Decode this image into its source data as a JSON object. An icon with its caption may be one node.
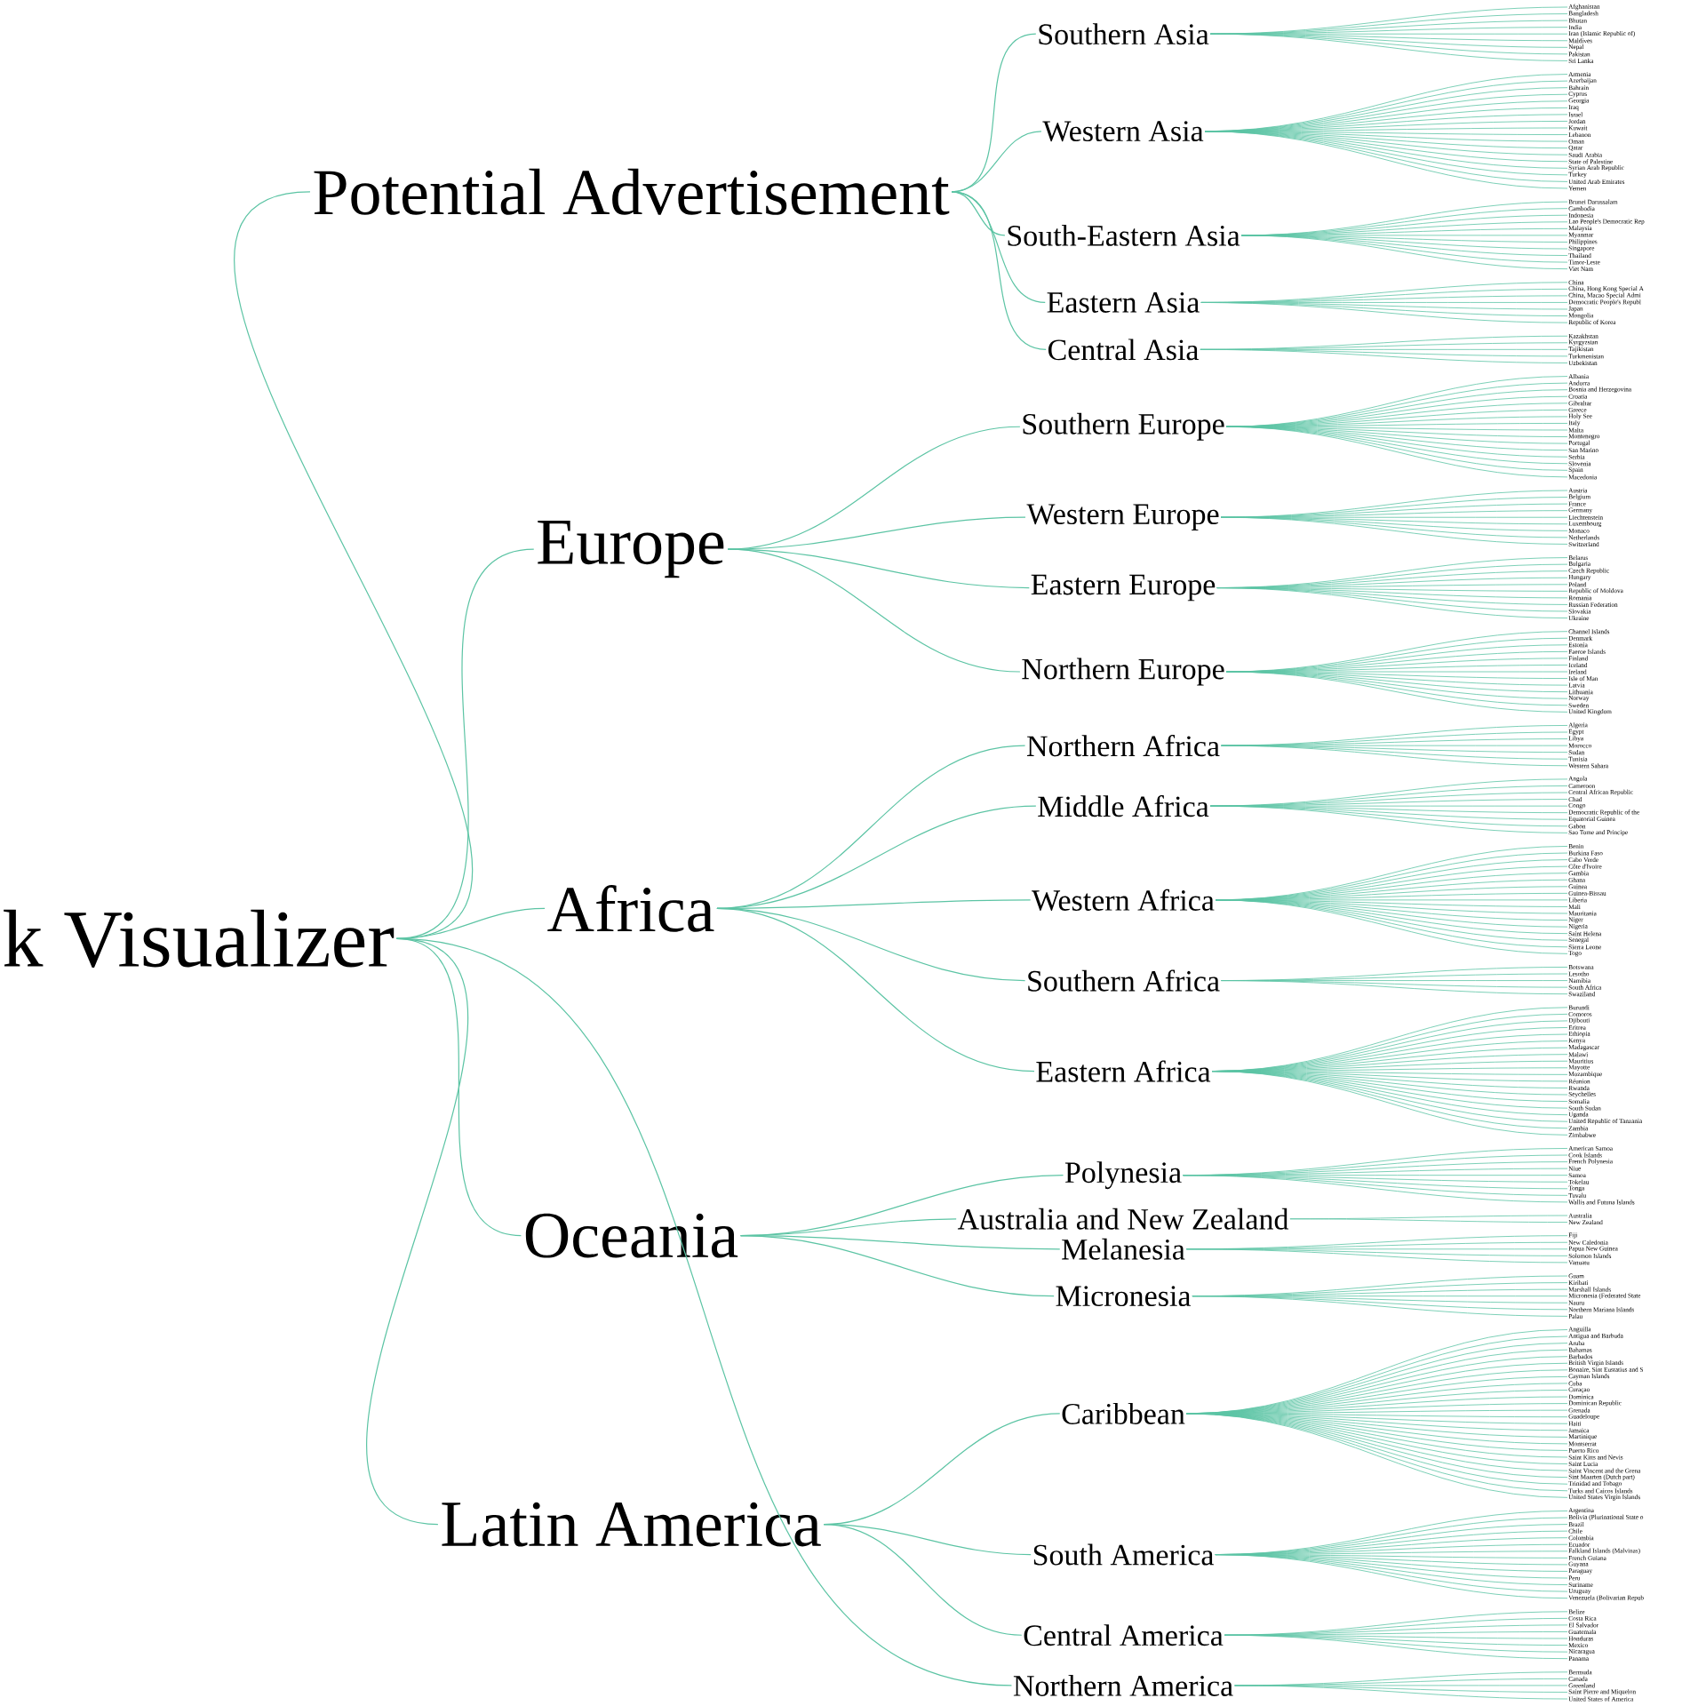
{
  "diagram": {
    "nodes": [
      {
        "text": [
          "k Visualizer"
        ]
      },
      {
        "text": [
          "Potential Advertisement"
        ]
      },
      {
        "text": [
          "Southern Asia"
        ]
      },
      {
        "text": [
          "Afghanistan"
        ]
      },
      {
        "text": [
          "Bangladesh"
        ]
      },
      {
        "text": [
          "Bhutan"
        ]
      },
      {
        "text": [
          "India"
        ]
      },
      {
        "text": [
          "Iran (Islamic Republic of)"
        ]
      },
      {
        "text": [
          "Maldives"
        ]
      },
      {
        "text": [
          "Nepal"
        ]
      },
      {
        "text": [
          "Pakistan"
        ]
      },
      {
        "text": [
          "Sri Lanka"
        ]
      },
      {
        "text": [
          "Western Asia"
        ]
      },
      {
        "text": [
          "Armenia"
        ]
      },
      {
        "text": [
          "Azerbaijan"
        ]
      },
      {
        "text": [
          "Bahrain"
        ]
      },
      {
        "text": [
          "Cyprus"
        ]
      },
      {
        "text": [
          "Georgia"
        ]
      },
      {
        "text": [
          "Iraq"
        ]
      },
      {
        "text": [
          "Israel"
        ]
      },
      {
        "text": [
          "Jordan"
        ]
      },
      {
        "text": [
          "Kuwait"
        ]
      },
      {
        "text": [
          "Lebanon"
        ]
      },
      {
        "text": [
          "Oman"
        ]
      },
      {
        "text": [
          "Qatar"
        ]
      },
      {
        "text": [
          "Saudi Arabia"
        ]
      },
      {
        "text": [
          "State of Palestine"
        ]
      },
      {
        "text": [
          "Syrian Arab Republic"
        ]
      },
      {
        "text": [
          "Turkey"
        ]
      },
      {
        "text": [
          "United Arab Emirates"
        ]
      },
      {
        "text": [
          "Yemen"
        ]
      },
      {
        "text": [
          "South-Eastern Asia"
        ]
      },
      {
        "text": [
          "Brunei Darussalam"
        ]
      },
      {
        "text": [
          "Cambodia"
        ]
      },
      {
        "text": [
          "Indonesia"
        ]
      },
      {
        "text": [
          "Lao People's Democratic Rep"
        ]
      },
      {
        "text": [
          "Malaysia"
        ]
      },
      {
        "text": [
          "Myanmar"
        ]
      },
      {
        "text": [
          "Philippines"
        ]
      },
      {
        "text": [
          "Singapore"
        ]
      },
      {
        "text": [
          "Thailand"
        ]
      },
      {
        "text": [
          "Timor-Leste"
        ]
      },
      {
        "text": [
          "Viet Nam"
        ]
      },
      {
        "text": [
          "Eastern Asia"
        ]
      },
      {
        "text": [
          "China"
        ]
      },
      {
        "text": [
          "China, Hong Kong Special A"
        ]
      },
      {
        "text": [
          "China, Macao Special Admi"
        ]
      },
      {
        "text": [
          "Democratic People's Republ"
        ]
      },
      {
        "text": [
          "Japan"
        ]
      },
      {
        "text": [
          "Mongolia"
        ]
      },
      {
        "text": [
          "Republic of Korea"
        ]
      },
      {
        "text": [
          "Central Asia"
        ]
      },
      {
        "text": [
          "Kazakhstan"
        ]
      },
      {
        "text": [
          "Kyrgyzstan"
        ]
      },
      {
        "text": [
          "Tajikistan"
        ]
      },
      {
        "text": [
          "Turkmenistan"
        ]
      },
      {
        "text": [
          "Uzbekistan"
        ]
      },
      {
        "text": [
          "Europe"
        ]
      },
      {
        "text": [
          "Southern Europe"
        ]
      },
      {
        "text": [
          "Albania"
        ]
      },
      {
        "text": [
          "Andorra"
        ]
      },
      {
        "text": [
          "Bosnia and Herzegovina"
        ]
      },
      {
        "text": [
          "Croatia"
        ]
      },
      {
        "text": [
          "Gibraltar"
        ]
      },
      {
        "text": [
          "Greece"
        ]
      },
      {
        "text": [
          "Holy See"
        ]
      },
      {
        "text": [
          "Italy"
        ]
      },
      {
        "text": [
          "Malta"
        ]
      },
      {
        "text": [
          "Montenegro"
        ]
      },
      {
        "text": [
          "Portugal"
        ]
      },
      {
        "text": [
          "San Marino"
        ]
      },
      {
        "text": [
          "Serbia"
        ]
      },
      {
        "text": [
          "Slovenia"
        ]
      },
      {
        "text": [
          "Spain"
        ]
      },
      {
        "text": [
          "Macedonia"
        ]
      },
      {
        "text": [
          "Western Europe"
        ]
      },
      {
        "text": [
          "Austria"
        ]
      },
      {
        "text": [
          "Belgium"
        ]
      },
      {
        "text": [
          "France"
        ]
      },
      {
        "text": [
          "Germany"
        ]
      },
      {
        "text": [
          "Liechtenstein"
        ]
      },
      {
        "text": [
          "Luxembourg"
        ]
      },
      {
        "text": [
          "Monaco"
        ]
      },
      {
        "text": [
          "Netherlands"
        ]
      },
      {
        "text": [
          "Switzerland"
        ]
      },
      {
        "text": [
          "Eastern Europe"
        ]
      },
      {
        "text": [
          "Belarus"
        ]
      },
      {
        "text": [
          "Bulgaria"
        ]
      },
      {
        "text": [
          "Czech Republic"
        ]
      },
      {
        "text": [
          "Hungary"
        ]
      },
      {
        "text": [
          "Poland"
        ]
      },
      {
        "text": [
          "Republic of Moldova"
        ]
      },
      {
        "text": [
          "Romania"
        ]
      },
      {
        "text": [
          "Russian Federation"
        ]
      },
      {
        "text": [
          "Slovakia"
        ]
      },
      {
        "text": [
          "Ukraine"
        ]
      },
      {
        "text": [
          "Northern Europe"
        ]
      },
      {
        "text": [
          "Channel Islands"
        ]
      },
      {
        "text": [
          "Denmark"
        ]
      },
      {
        "text": [
          "Estonia"
        ]
      },
      {
        "text": [
          "Faeroe Islands"
        ]
      },
      {
        "text": [
          "Finland"
        ]
      },
      {
        "text": [
          "Iceland"
        ]
      },
      {
        "text": [
          "Ireland"
        ]
      },
      {
        "text": [
          "Isle of Man"
        ]
      },
      {
        "text": [
          "Latvia"
        ]
      },
      {
        "text": [
          "Lithuania"
        ]
      },
      {
        "text": [
          "Norway"
        ]
      },
      {
        "text": [
          "Sweden"
        ]
      },
      {
        "text": [
          "United Kingdom"
        ]
      },
      {
        "text": [
          "Africa"
        ]
      },
      {
        "text": [
          "Northern Africa"
        ]
      },
      {
        "text": [
          "Algeria"
        ]
      },
      {
        "text": [
          "Egypt"
        ]
      },
      {
        "text": [
          "Libya"
        ]
      },
      {
        "text": [
          "Morocco"
        ]
      },
      {
        "text": [
          "Sudan"
        ]
      },
      {
        "text": [
          "Tunisia"
        ]
      },
      {
        "text": [
          "Western Sahara"
        ]
      },
      {
        "text": [
          "Middle Africa"
        ]
      },
      {
        "text": [
          "Angola"
        ]
      },
      {
        "text": [
          "Cameroon"
        ]
      },
      {
        "text": [
          "Central African Republic"
        ]
      },
      {
        "text": [
          "Chad"
        ]
      },
      {
        "text": [
          "Congo"
        ]
      },
      {
        "text": [
          "Democratic Republic of the"
        ]
      },
      {
        "text": [
          "Equatorial Guinea"
        ]
      },
      {
        "text": [
          "Gabon"
        ]
      },
      {
        "text": [
          "Sao Tome and Principe"
        ]
      },
      {
        "text": [
          "Western Africa"
        ]
      },
      {
        "text": [
          "Benin"
        ]
      },
      {
        "text": [
          "Burkina Faso"
        ]
      },
      {
        "text": [
          "Cabo Verde"
        ]
      },
      {
        "text": [
          "Côte d'Ivoire"
        ]
      },
      {
        "text": [
          "Gambia"
        ]
      },
      {
        "text": [
          "Ghana"
        ]
      },
      {
        "text": [
          "Guinea"
        ]
      },
      {
        "text": [
          "Guinea-Bissau"
        ]
      },
      {
        "text": [
          "Liberia"
        ]
      },
      {
        "text": [
          "Mali"
        ]
      },
      {
        "text": [
          "Mauritania"
        ]
      },
      {
        "text": [
          "Niger"
        ]
      },
      {
        "text": [
          "Nigeria"
        ]
      },
      {
        "text": [
          "Saint Helena"
        ]
      },
      {
        "text": [
          "Senegal"
        ]
      },
      {
        "text": [
          "Sierra Leone"
        ]
      },
      {
        "text": [
          "Togo"
        ]
      },
      {
        "text": [
          "Southern Africa"
        ]
      },
      {
        "text": [
          "Botswana"
        ]
      },
      {
        "text": [
          "Lesotho"
        ]
      },
      {
        "text": [
          "Namibia"
        ]
      },
      {
        "text": [
          "South Africa"
        ]
      },
      {
        "text": [
          "Swaziland"
        ]
      },
      {
        "text": [
          "Eastern Africa"
        ]
      },
      {
        "text": [
          "Burundi"
        ]
      },
      {
        "text": [
          "Comoros"
        ]
      },
      {
        "text": [
          "Djibouti"
        ]
      },
      {
        "text": [
          "Eritrea"
        ]
      },
      {
        "text": [
          "Ethiopia"
        ]
      },
      {
        "text": [
          "Kenya"
        ]
      },
      {
        "text": [
          "Madagascar"
        ]
      },
      {
        "text": [
          "Malawi"
        ]
      },
      {
        "text": [
          "Mauritius"
        ]
      },
      {
        "text": [
          "Mayotte"
        ]
      },
      {
        "text": [
          "Mozambique"
        ]
      },
      {
        "text": [
          "Réunion"
        ]
      },
      {
        "text": [
          "Rwanda"
        ]
      },
      {
        "text": [
          "Seychelles"
        ]
      },
      {
        "text": [
          "Somalia"
        ]
      },
      {
        "text": [
          "South Sudan"
        ]
      },
      {
        "text": [
          "Uganda"
        ]
      },
      {
        "text": [
          "United Republic of Tanzania"
        ]
      },
      {
        "text": [
          "Zambia"
        ]
      },
      {
        "text": [
          "Zimbabwe"
        ]
      },
      {
        "text": [
          "Oceania"
        ]
      },
      {
        "text": [
          "Polynesia"
        ]
      },
      {
        "text": [
          "American Samoa"
        ]
      },
      {
        "text": [
          "Cook Islands"
        ]
      },
      {
        "text": [
          "French Polynesia"
        ]
      },
      {
        "text": [
          "Niue"
        ]
      },
      {
        "text": [
          "Samoa"
        ]
      },
      {
        "text": [
          "Tokelau"
        ]
      },
      {
        "text": [
          "Tonga"
        ]
      },
      {
        "text": [
          "Tuvalu"
        ]
      },
      {
        "text": [
          "Wallis and Futuna Islands"
        ]
      },
      {
        "text": [
          "Australia and New Zealand"
        ]
      },
      {
        "text": [
          "Australia"
        ]
      },
      {
        "text": [
          "New Zealand"
        ]
      },
      {
        "text": [
          "Melanesia"
        ]
      },
      {
        "text": [
          "Fiji"
        ]
      },
      {
        "text": [
          "New Caledonia"
        ]
      },
      {
        "text": [
          "Papua New Guinea"
        ]
      },
      {
        "text": [
          "Solomon Islands"
        ]
      },
      {
        "text": [
          "Vanuatu"
        ]
      },
      {
        "text": [
          "Micronesia"
        ]
      },
      {
        "text": [
          "Guam"
        ]
      },
      {
        "text": [
          "Kiribati"
        ]
      },
      {
        "text": [
          "Marshall Islands"
        ]
      },
      {
        "text": [
          "Micronesia (Federated State"
        ]
      },
      {
        "text": [
          "Nauru"
        ]
      },
      {
        "text": [
          "Northern Mariana Islands"
        ]
      },
      {
        "text": [
          "Palau"
        ]
      },
      {
        "text": [
          "Latin America"
        ]
      },
      {
        "text": [
          "Caribbean"
        ]
      },
      {
        "text": [
          "Anguilla"
        ]
      },
      {
        "text": [
          "Antigua and Barbuda"
        ]
      },
      {
        "text": [
          "Aruba"
        ]
      },
      {
        "text": [
          "Bahamas"
        ]
      },
      {
        "text": [
          "Barbados"
        ]
      },
      {
        "text": [
          "British Virgin Islands"
        ]
      },
      {
        "text": [
          "Bonaire, Sint Eustatius and S"
        ]
      },
      {
        "text": [
          "Cayman Islands"
        ]
      },
      {
        "text": [
          "Cuba"
        ]
      },
      {
        "text": [
          "Curaçao"
        ]
      },
      {
        "text": [
          "Dominica"
        ]
      },
      {
        "text": [
          "Dominican Republic"
        ]
      },
      {
        "text": [
          "Grenada"
        ]
      },
      {
        "text": [
          "Guadeloupe"
        ]
      },
      {
        "text": [
          "Haiti"
        ]
      },
      {
        "text": [
          "Jamaica"
        ]
      },
      {
        "text": [
          "Martinique"
        ]
      },
      {
        "text": [
          "Montserrat"
        ]
      },
      {
        "text": [
          "Puerto Rico"
        ]
      },
      {
        "text": [
          "Saint Kitts and Nevis"
        ]
      },
      {
        "text": [
          "Saint Lucia"
        ]
      },
      {
        "text": [
          "Saint Vincent and the Grena"
        ]
      },
      {
        "text": [
          "Sint Maarten (Dutch part)"
        ]
      },
      {
        "text": [
          "Trinidad and Tobago"
        ]
      },
      {
        "text": [
          "Turks and Caicos Islands"
        ]
      },
      {
        "text": [
          "United States Virgin Islands"
        ]
      },
      {
        "text": [
          "South America"
        ]
      },
      {
        "text": [
          "Argentina"
        ]
      },
      {
        "text": [
          "Bolivia (Plurinational State o"
        ]
      },
      {
        "text": [
          "Brazil"
        ]
      },
      {
        "text": [
          "Chile"
        ]
      },
      {
        "text": [
          "Colombia"
        ]
      },
      {
        "text": [
          "Ecuador"
        ]
      },
      {
        "text": [
          "Falkland Islands (Malvinas)"
        ]
      },
      {
        "text": [
          "French Guiana"
        ]
      },
      {
        "text": [
          "Guyana"
        ]
      },
      {
        "text": [
          "Paraguay"
        ]
      },
      {
        "text": [
          "Peru"
        ]
      },
      {
        "text": [
          "Suriname"
        ]
      },
      {
        "text": [
          "Uruguay"
        ]
      },
      {
        "text": [
          "Venezuela (Bolivarian Repub"
        ]
      },
      {
        "text": [
          "Central America"
        ]
      },
      {
        "text": [
          "Belize"
        ]
      },
      {
        "text": [
          "Costa Rica"
        ]
      },
      {
        "text": [
          "El Salvador"
        ]
      },
      {
        "text": [
          "Guatemala"
        ]
      },
      {
        "text": [
          "Honduras"
        ]
      },
      {
        "text": [
          "Mexico"
        ]
      },
      {
        "text": [
          "Nicaragua"
        ]
      },
      {
        "text": [
          "Panama"
        ]
      },
      {
        "text": [
          "Northern America"
        ]
      },
      {
        "text": [
          "Bermuda"
        ]
      },
      {
        "text": [
          "Canada"
        ]
      },
      {
        "text": [
          "Greenland"
        ]
      },
      {
        "text": [
          "Saint Pierre and Miquelon"
        ]
      },
      {
        "text": [
          "United States of America"
        ]
      }
    ],
    "edges": [
      {
        "from": 0,
        "to": 1,
        "arrow": "none"
      },
      {
        "from": 0,
        "to": 57,
        "arrow": "none"
      },
      {
        "from": 0,
        "to": 110,
        "arrow": "none"
      },
      {
        "from": 0,
        "to": 174,
        "arrow": "none"
      },
      {
        "from": 0,
        "to": 202,
        "arrow": "none"
      },
      {
        "from": 0,
        "to": 254,
        "arrow": "none"
      },
      {
        "from": 1,
        "to": 2,
        "arrow": "none"
      },
      {
        "from": 1,
        "to": 12,
        "arrow": "none"
      },
      {
        "from": 1,
        "to": 31,
        "arrow": "none"
      },
      {
        "from": 1,
        "to": 43,
        "arrow": "none"
      },
      {
        "from": 1,
        "to": 51,
        "arrow": "none"
      },
      {
        "from": 57,
        "to": 58,
        "arrow": "none"
      },
      {
        "from": 57,
        "to": 75,
        "arrow": "none"
      },
      {
        "from": 57,
        "to": 85,
        "arrow": "none"
      },
      {
        "from": 57,
        "to": 96,
        "arrow": "none"
      },
      {
        "from": 110,
        "to": 111,
        "arrow": "none"
      },
      {
        "from": 110,
        "to": 119,
        "arrow": "none"
      },
      {
        "from": 110,
        "to": 129,
        "arrow": "none"
      },
      {
        "from": 110,
        "to": 147,
        "arrow": "none"
      },
      {
        "from": 110,
        "to": 153,
        "arrow": "none"
      },
      {
        "from": 174,
        "to": 175,
        "arrow": "none"
      },
      {
        "from": 174,
        "to": 185,
        "arrow": "none"
      },
      {
        "from": 174,
        "to": 188,
        "arrow": "none"
      },
      {
        "from": 174,
        "to": 194,
        "arrow": "none"
      },
      {
        "from": 202,
        "to": 203,
        "arrow": "none"
      },
      {
        "from": 202,
        "to": 230,
        "arrow": "none"
      },
      {
        "from": 202,
        "to": 245,
        "arrow": "none"
      },
      {
        "from": 2,
        "to": 3,
        "arrow": "none"
      },
      {
        "from": 2,
        "to": 4,
        "arrow": "none"
      },
      {
        "from": 2,
        "to": 5,
        "arrow": "none"
      },
      {
        "from": 2,
        "to": 6,
        "arrow": "none"
      },
      {
        "from": 2,
        "to": 7,
        "arrow": "none"
      },
      {
        "from": 2,
        "to": 8,
        "arrow": "none"
      },
      {
        "from": 2,
        "to": 9,
        "arrow": "none"
      },
      {
        "from": 2,
        "to": 10,
        "arrow": "none"
      },
      {
        "from": 2,
        "to": 11,
        "arrow": "none"
      },
      {
        "from": 12,
        "to": 13,
        "arrow": "none"
      },
      {
        "from": 12,
        "to": 14,
        "arrow": "none"
      },
      {
        "from": 12,
        "to": 15,
        "arrow": "none"
      },
      {
        "from": 12,
        "to": 16,
        "arrow": "none"
      },
      {
        "from": 12,
        "to": 17,
        "arrow": "none"
      },
      {
        "from": 12,
        "to": 18,
        "arrow": "none"
      },
      {
        "from": 12,
        "to": 19,
        "arrow": "none"
      },
      {
        "from": 12,
        "to": 20,
        "arrow": "none"
      },
      {
        "from": 12,
        "to": 21,
        "arrow": "none"
      },
      {
        "from": 12,
        "to": 22,
        "arrow": "none"
      },
      {
        "from": 12,
        "to": 23,
        "arrow": "none"
      },
      {
        "from": 12,
        "to": 24,
        "arrow": "none"
      },
      {
        "from": 12,
        "to": 25,
        "arrow": "none"
      },
      {
        "from": 12,
        "to": 26,
        "arrow": "none"
      },
      {
        "from": 12,
        "to": 27,
        "arrow": "none"
      },
      {
        "from": 12,
        "to": 28,
        "arrow": "none"
      },
      {
        "from": 12,
        "to": 29,
        "arrow": "none"
      },
      {
        "from": 12,
        "to": 30,
        "arrow": "none"
      },
      {
        "from": 31,
        "to": 32,
        "arrow": "none"
      },
      {
        "from": 31,
        "to": 33,
        "arrow": "none"
      },
      {
        "from": 31,
        "to": 34,
        "arrow": "none"
      },
      {
        "from": 31,
        "to": 35,
        "arrow": "none"
      },
      {
        "from": 31,
        "to": 36,
        "arrow": "none"
      },
      {
        "from": 31,
        "to": 37,
        "arrow": "none"
      },
      {
        "from": 31,
        "to": 38,
        "arrow": "none"
      },
      {
        "from": 31,
        "to": 39,
        "arrow": "none"
      },
      {
        "from": 31,
        "to": 40,
        "arrow": "none"
      },
      {
        "from": 31,
        "to": 41,
        "arrow": "none"
      },
      {
        "from": 31,
        "to": 42,
        "arrow": "none"
      },
      {
        "from": 43,
        "to": 44,
        "arrow": "none"
      },
      {
        "from": 43,
        "to": 45,
        "arrow": "none"
      },
      {
        "from": 43,
        "to": 46,
        "arrow": "none"
      },
      {
        "from": 43,
        "to": 47,
        "arrow": "none"
      },
      {
        "from": 43,
        "to": 48,
        "arrow": "none"
      },
      {
        "from": 43,
        "to": 49,
        "arrow": "none"
      },
      {
        "from": 43,
        "to": 50,
        "arrow": "none"
      },
      {
        "from": 51,
        "to": 52,
        "arrow": "none"
      },
      {
        "from": 51,
        "to": 53,
        "arrow": "none"
      },
      {
        "from": 51,
        "to": 54,
        "arrow": "none"
      },
      {
        "from": 51,
        "to": 55,
        "arrow": "none"
      },
      {
        "from": 51,
        "to": 56,
        "arrow": "none"
      },
      {
        "from": 58,
        "to": 59,
        "arrow": "none"
      },
      {
        "from": 58,
        "to": 60,
        "arrow": "none"
      },
      {
        "from": 58,
        "to": 61,
        "arrow": "none"
      },
      {
        "from": 58,
        "to": 62,
        "arrow": "none"
      },
      {
        "from": 58,
        "to": 63,
        "arrow": "none"
      },
      {
        "from": 58,
        "to": 64,
        "arrow": "none"
      },
      {
        "from": 58,
        "to": 65,
        "arrow": "none"
      },
      {
        "from": 58,
        "to": 66,
        "arrow": "none"
      },
      {
        "from": 58,
        "to": 67,
        "arrow": "none"
      },
      {
        "from": 58,
        "to": 68,
        "arrow": "none"
      },
      {
        "from": 58,
        "to": 69,
        "arrow": "none"
      },
      {
        "from": 58,
        "to": 70,
        "arrow": "none"
      },
      {
        "from": 58,
        "to": 71,
        "arrow": "none"
      },
      {
        "from": 58,
        "to": 72,
        "arrow": "none"
      },
      {
        "from": 58,
        "to": 73,
        "arrow": "none"
      },
      {
        "from": 58,
        "to": 74,
        "arrow": "none"
      },
      {
        "from": 75,
        "to": 76,
        "arrow": "none"
      },
      {
        "from": 75,
        "to": 77,
        "arrow": "none"
      },
      {
        "from": 75,
        "to": 78,
        "arrow": "none"
      },
      {
        "from": 75,
        "to": 79,
        "arrow": "none"
      },
      {
        "from": 75,
        "to": 80,
        "arrow": "none"
      },
      {
        "from": 75,
        "to": 81,
        "arrow": "none"
      },
      {
        "from": 75,
        "to": 82,
        "arrow": "none"
      },
      {
        "from": 75,
        "to": 83,
        "arrow": "none"
      },
      {
        "from": 75,
        "to": 84,
        "arrow": "none"
      },
      {
        "from": 85,
        "to": 86,
        "arrow": "none"
      },
      {
        "from": 85,
        "to": 87,
        "arrow": "none"
      },
      {
        "from": 85,
        "to": 88,
        "arrow": "none"
      },
      {
        "from": 85,
        "to": 89,
        "arrow": "none"
      },
      {
        "from": 85,
        "to": 90,
        "arrow": "none"
      },
      {
        "from": 85,
        "to": 91,
        "arrow": "none"
      },
      {
        "from": 85,
        "to": 92,
        "arrow": "none"
      },
      {
        "from": 85,
        "to": 93,
        "arrow": "none"
      },
      {
        "from": 85,
        "to": 94,
        "arrow": "none"
      },
      {
        "from": 85,
        "to": 95,
        "arrow": "none"
      },
      {
        "from": 96,
        "to": 97,
        "arrow": "none"
      },
      {
        "from": 96,
        "to": 98,
        "arrow": "none"
      },
      {
        "from": 96,
        "to": 99,
        "arrow": "none"
      },
      {
        "from": 96,
        "to": 100,
        "arrow": "none"
      },
      {
        "from": 96,
        "to": 101,
        "arrow": "none"
      },
      {
        "from": 96,
        "to": 102,
        "arrow": "none"
      },
      {
        "from": 96,
        "to": 103,
        "arrow": "none"
      },
      {
        "from": 96,
        "to": 104,
        "arrow": "none"
      },
      {
        "from": 96,
        "to": 105,
        "arrow": "none"
      },
      {
        "from": 96,
        "to": 106,
        "arrow": "none"
      },
      {
        "from": 96,
        "to": 107,
        "arrow": "none"
      },
      {
        "from": 96,
        "to": 108,
        "arrow": "none"
      },
      {
        "from": 96,
        "to": 109,
        "arrow": "none"
      },
      {
        "from": 111,
        "to": 112,
        "arrow": "none"
      },
      {
        "from": 111,
        "to": 113,
        "arrow": "none"
      },
      {
        "from": 111,
        "to": 114,
        "arrow": "none"
      },
      {
        "from": 111,
        "to": 115,
        "arrow": "none"
      },
      {
        "from": 111,
        "to": 116,
        "arrow": "none"
      },
      {
        "from": 111,
        "to": 117,
        "arrow": "none"
      },
      {
        "from": 111,
        "to": 118,
        "arrow": "none"
      },
      {
        "from": 119,
        "to": 120,
        "arrow": "none"
      },
      {
        "from": 119,
        "to": 121,
        "arrow": "none"
      },
      {
        "from": 119,
        "to": 122,
        "arrow": "none"
      },
      {
        "from": 119,
        "to": 123,
        "arrow": "none"
      },
      {
        "from": 119,
        "to": 124,
        "arrow": "none"
      },
      {
        "from": 119,
        "to": 125,
        "arrow": "none"
      },
      {
        "from": 119,
        "to": 126,
        "arrow": "none"
      },
      {
        "from": 119,
        "to": 127,
        "arrow": "none"
      },
      {
        "from": 119,
        "to": 128,
        "arrow": "none"
      },
      {
        "from": 129,
        "to": 130,
        "arrow": "none"
      },
      {
        "from": 129,
        "to": 131,
        "arrow": "none"
      },
      {
        "from": 129,
        "to": 132,
        "arrow": "none"
      },
      {
        "from": 129,
        "to": 133,
        "arrow": "none"
      },
      {
        "from": 129,
        "to": 134,
        "arrow": "none"
      },
      {
        "from": 129,
        "to": 135,
        "arrow": "none"
      },
      {
        "from": 129,
        "to": 136,
        "arrow": "none"
      },
      {
        "from": 129,
        "to": 137,
        "arrow": "none"
      },
      {
        "from": 129,
        "to": 138,
        "arrow": "none"
      },
      {
        "from": 129,
        "to": 139,
        "arrow": "none"
      },
      {
        "from": 129,
        "to": 140,
        "arrow": "none"
      },
      {
        "from": 129,
        "to": 141,
        "arrow": "none"
      },
      {
        "from": 129,
        "to": 142,
        "arrow": "none"
      },
      {
        "from": 129,
        "to": 143,
        "arrow": "none"
      },
      {
        "from": 129,
        "to": 144,
        "arrow": "none"
      },
      {
        "from": 129,
        "to": 145,
        "arrow": "none"
      },
      {
        "from": 129,
        "to": 146,
        "arrow": "none"
      },
      {
        "from": 147,
        "to": 148,
        "arrow": "none"
      },
      {
        "from": 147,
        "to": 149,
        "arrow": "none"
      },
      {
        "from": 147,
        "to": 150,
        "arrow": "none"
      },
      {
        "from": 147,
        "to": 151,
        "arrow": "none"
      },
      {
        "from": 147,
        "to": 152,
        "arrow": "none"
      },
      {
        "from": 153,
        "to": 154,
        "arrow": "none"
      },
      {
        "from": 153,
        "to": 155,
        "arrow": "none"
      },
      {
        "from": 153,
        "to": 156,
        "arrow": "none"
      },
      {
        "from": 153,
        "to": 157,
        "arrow": "none"
      },
      {
        "from": 153,
        "to": 158,
        "arrow": "none"
      },
      {
        "from": 153,
        "to": 159,
        "arrow": "none"
      },
      {
        "from": 153,
        "to": 160,
        "arrow": "none"
      },
      {
        "from": 153,
        "to": 161,
        "arrow": "none"
      },
      {
        "from": 153,
        "to": 162,
        "arrow": "none"
      },
      {
        "from": 153,
        "to": 163,
        "arrow": "none"
      },
      {
        "from": 153,
        "to": 164,
        "arrow": "none"
      },
      {
        "from": 153,
        "to": 165,
        "arrow": "none"
      },
      {
        "from": 153,
        "to": 166,
        "arrow": "none"
      },
      {
        "from": 153,
        "to": 167,
        "arrow": "none"
      },
      {
        "from": 153,
        "to": 168,
        "arrow": "none"
      },
      {
        "from": 153,
        "to": 169,
        "arrow": "none"
      },
      {
        "from": 153,
        "to": 170,
        "arrow": "none"
      },
      {
        "from": 153,
        "to": 171,
        "arrow": "none"
      },
      {
        "from": 153,
        "to": 172,
        "arrow": "none"
      },
      {
        "from": 153,
        "to": 173,
        "arrow": "none"
      },
      {
        "from": 175,
        "to": 176,
        "arrow": "none"
      },
      {
        "from": 175,
        "to": 177,
        "arrow": "none"
      },
      {
        "from": 175,
        "to": 178,
        "arrow": "none"
      },
      {
        "from": 175,
        "to": 179,
        "arrow": "none"
      },
      {
        "from": 175,
        "to": 180,
        "arrow": "none"
      },
      {
        "from": 175,
        "to": 181,
        "arrow": "none"
      },
      {
        "from": 175,
        "to": 182,
        "arrow": "none"
      },
      {
        "from": 175,
        "to": 183,
        "arrow": "none"
      },
      {
        "from": 175,
        "to": 184,
        "arrow": "none"
      },
      {
        "from": 185,
        "to": 186,
        "arrow": "none"
      },
      {
        "from": 185,
        "to": 187,
        "arrow": "none"
      },
      {
        "from": 188,
        "to": 189,
        "arrow": "none"
      },
      {
        "from": 188,
        "to": 190,
        "arrow": "none"
      },
      {
        "from": 188,
        "to": 191,
        "arrow": "none"
      },
      {
        "from": 188,
        "to": 192,
        "arrow": "none"
      },
      {
        "from": 188,
        "to": 193,
        "arrow": "none"
      },
      {
        "from": 194,
        "to": 195,
        "arrow": "none"
      },
      {
        "from": 194,
        "to": 196,
        "arrow": "none"
      },
      {
        "from": 194,
        "to": 197,
        "arrow": "none"
      },
      {
        "from": 194,
        "to": 198,
        "arrow": "none"
      },
      {
        "from": 194,
        "to": 199,
        "arrow": "none"
      },
      {
        "from": 194,
        "to": 200,
        "arrow": "none"
      },
      {
        "from": 194,
        "to": 201,
        "arrow": "none"
      },
      {
        "from": 203,
        "to": 204,
        "arrow": "none"
      },
      {
        "from": 203,
        "to": 205,
        "arrow": "none"
      },
      {
        "from": 203,
        "to": 206,
        "arrow": "none"
      },
      {
        "from": 203,
        "to": 207,
        "arrow": "none"
      },
      {
        "from": 203,
        "to": 208,
        "arrow": "none"
      },
      {
        "from": 203,
        "to": 209,
        "arrow": "none"
      },
      {
        "from": 203,
        "to": 210,
        "arrow": "none"
      },
      {
        "from": 203,
        "to": 211,
        "arrow": "none"
      },
      {
        "from": 203,
        "to": 212,
        "arrow": "none"
      },
      {
        "from": 203,
        "to": 213,
        "arrow": "none"
      },
      {
        "from": 203,
        "to": 214,
        "arrow": "none"
      },
      {
        "from": 203,
        "to": 215,
        "arrow": "none"
      },
      {
        "from": 203,
        "to": 216,
        "arrow": "none"
      },
      {
        "from": 203,
        "to": 217,
        "arrow": "none"
      },
      {
        "from": 203,
        "to": 218,
        "arrow": "none"
      },
      {
        "from": 203,
        "to": 219,
        "arrow": "none"
      },
      {
        "from": 203,
        "to": 220,
        "arrow": "none"
      },
      {
        "from": 203,
        "to": 221,
        "arrow": "none"
      },
      {
        "from": 203,
        "to": 222,
        "arrow": "none"
      },
      {
        "from": 203,
        "to": 223,
        "arrow": "none"
      },
      {
        "from": 203,
        "to": 224,
        "arrow": "none"
      },
      {
        "from": 203,
        "to": 225,
        "arrow": "none"
      },
      {
        "from": 203,
        "to": 226,
        "arrow": "none"
      },
      {
        "from": 203,
        "to": 227,
        "arrow": "none"
      },
      {
        "from": 203,
        "to": 228,
        "arrow": "none"
      },
      {
        "from": 203,
        "to": 229,
        "arrow": "none"
      },
      {
        "from": 230,
        "to": 231,
        "arrow": "none"
      },
      {
        "from": 230,
        "to": 232,
        "arrow": "none"
      },
      {
        "from": 230,
        "to": 233,
        "arrow": "none"
      },
      {
        "from": 230,
        "to": 234,
        "arrow": "none"
      },
      {
        "from": 230,
        "to": 235,
        "arrow": "none"
      },
      {
        "from": 230,
        "to": 236,
        "arrow": "none"
      },
      {
        "from": 230,
        "to": 237,
        "arrow": "none"
      },
      {
        "from": 230,
        "to": 238,
        "arrow": "none"
      },
      {
        "from": 230,
        "to": 239,
        "arrow": "none"
      },
      {
        "from": 230,
        "to": 240,
        "arrow": "none"
      },
      {
        "from": 230,
        "to": 241,
        "arrow": "none"
      },
      {
        "from": 230,
        "to": 242,
        "arrow": "none"
      },
      {
        "from": 230,
        "to": 243,
        "arrow": "none"
      },
      {
        "from": 230,
        "to": 244,
        "arrow": "none"
      },
      {
        "from": 245,
        "to": 246,
        "arrow": "none"
      },
      {
        "from": 245,
        "to": 247,
        "arrow": "none"
      },
      {
        "from": 245,
        "to": 248,
        "arrow": "none"
      },
      {
        "from": 245,
        "to": 249,
        "arrow": "none"
      },
      {
        "from": 245,
        "to": 250,
        "arrow": "none"
      },
      {
        "from": 245,
        "to": 251,
        "arrow": "none"
      },
      {
        "from": 245,
        "to": 252,
        "arrow": "none"
      },
      {
        "from": 245,
        "to": 253,
        "arrow": "none"
      },
      {
        "from": 254,
        "to": 255,
        "arrow": "none"
      },
      {
        "from": 254,
        "to": 256,
        "arrow": "none"
      },
      {
        "from": 254,
        "to": 257,
        "arrow": "none"
      },
      {
        "from": 254,
        "to": 258,
        "arrow": "none"
      },
      {
        "from": 254,
        "to": 259,
        "arrow": "none"
      }
    ]
  }
}
